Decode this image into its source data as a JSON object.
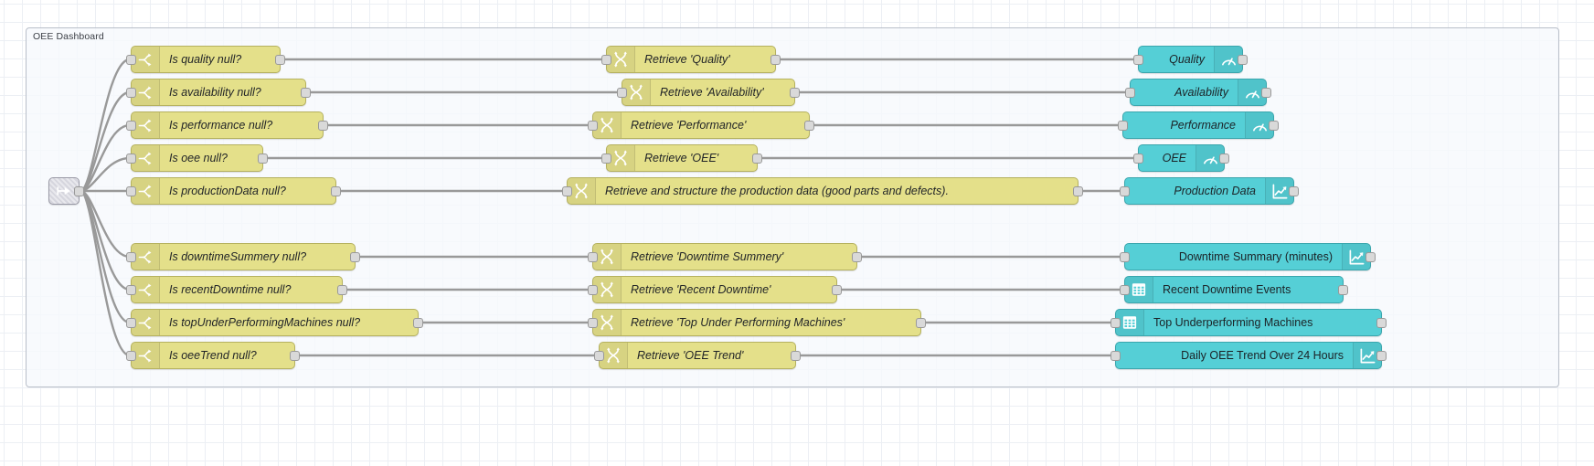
{
  "editor": {
    "app": "Node-RED flow editor",
    "group_label": "OEE Dashboard",
    "colors": {
      "yellow_node": "#e4e08a",
      "teal_node": "#55cfd6",
      "grey_node": "#d6d6de",
      "wire": "#999999",
      "group_border": "#b9bfc9",
      "canvas": "#ffffff",
      "grid_minor": "#eceff4",
      "grid_major": "#e3e8ef"
    }
  },
  "entry_node": {
    "name": "link-in-node",
    "icon": "link-in-arrow-icon"
  },
  "rows": [
    {
      "id": "quality",
      "switch": {
        "label": "Is quality null?",
        "icon": "switch-fork-icon"
      },
      "function": {
        "label": "Retrieve 'Quality'",
        "icon": "function-shuffle-icon"
      },
      "widget": {
        "label": "Quality",
        "icon": "gauge-icon",
        "icon_side": "right",
        "italic": true
      }
    },
    {
      "id": "availability",
      "switch": {
        "label": "Is availability null?",
        "icon": "switch-fork-icon"
      },
      "function": {
        "label": "Retrieve 'Availability'",
        "icon": "function-shuffle-icon"
      },
      "widget": {
        "label": "Availability",
        "icon": "gauge-icon",
        "icon_side": "right",
        "italic": true
      }
    },
    {
      "id": "performance",
      "switch": {
        "label": "Is performance null?",
        "icon": "switch-fork-icon"
      },
      "function": {
        "label": "Retrieve 'Performance'",
        "icon": "function-shuffle-icon"
      },
      "widget": {
        "label": "Performance",
        "icon": "gauge-icon",
        "icon_side": "right",
        "italic": true
      }
    },
    {
      "id": "oee",
      "switch": {
        "label": "Is oee null?",
        "icon": "switch-fork-icon"
      },
      "function": {
        "label": "Retrieve 'OEE'",
        "icon": "function-shuffle-icon"
      },
      "widget": {
        "label": "OEE",
        "icon": "gauge-icon",
        "icon_side": "right",
        "italic": true
      }
    },
    {
      "id": "production-data",
      "switch": {
        "label": "Is productionData null?",
        "icon": "switch-fork-icon"
      },
      "function": {
        "label": "Retrieve and structure the production data (good parts and defects).",
        "icon": "function-shuffle-icon"
      },
      "widget": {
        "label": "Production Data",
        "icon": "line-chart-icon",
        "icon_side": "right",
        "italic": true
      }
    },
    {
      "id": "downtime-summary",
      "switch": {
        "label": "Is downtimeSummery null?",
        "icon": "switch-fork-icon"
      },
      "function": {
        "label": "Retrieve 'Downtime Summery'",
        "icon": "function-shuffle-icon"
      },
      "widget": {
        "label": "Downtime Summary (minutes)",
        "icon": "line-chart-icon",
        "icon_side": "right",
        "italic": false
      }
    },
    {
      "id": "recent-downtime",
      "switch": {
        "label": "Is recentDowntime null?",
        "icon": "switch-fork-icon"
      },
      "function": {
        "label": "Retrieve 'Recent Downtime'",
        "icon": "function-shuffle-icon"
      },
      "widget": {
        "label": "Recent Downtime Events",
        "icon": "table-grid-icon",
        "icon_side": "left",
        "italic": false
      }
    },
    {
      "id": "top-underperforming",
      "switch": {
        "label": "Is topUnderPerformingMachines null?",
        "icon": "switch-fork-icon"
      },
      "function": {
        "label": "Retrieve 'Top Under Performing Machines'",
        "icon": "function-shuffle-icon"
      },
      "widget": {
        "label": "Top Underperforming Machines",
        "icon": "table-grid-icon",
        "icon_side": "left",
        "italic": false
      }
    },
    {
      "id": "oee-trend",
      "switch": {
        "label": "Is oeeTrend null?",
        "icon": "switch-fork-icon"
      },
      "function": {
        "label": "Retrieve 'OEE Trend'",
        "icon": "function-shuffle-icon"
      },
      "widget": {
        "label": "Daily OEE Trend Over 24 Hours",
        "icon": "line-chart-icon",
        "icon_side": "right",
        "italic": false
      }
    }
  ]
}
